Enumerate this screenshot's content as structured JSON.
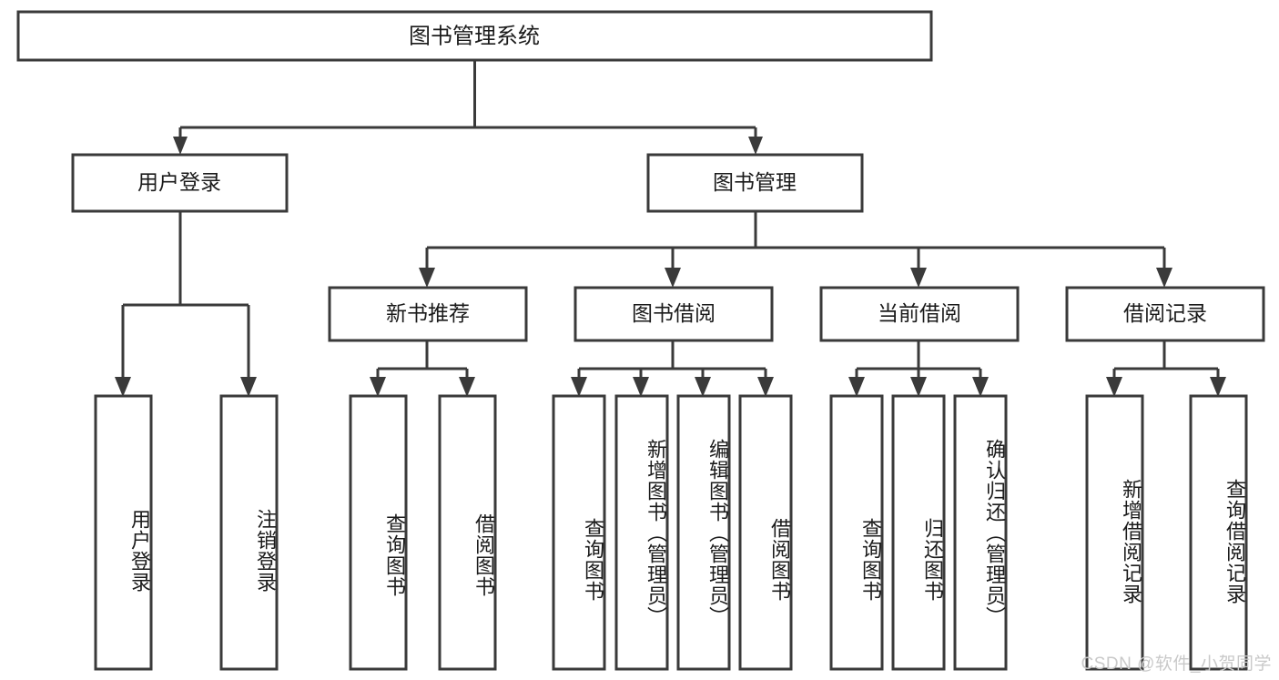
{
  "diagram": {
    "type": "tree",
    "title": "图书管理系统",
    "orientation": "top-down",
    "style": {
      "box_fill": "#ffffff",
      "box_stroke": "#3a3a3a",
      "text_color": "#1b1b1b",
      "connector_color": "#3a3a3a",
      "background": "#ffffff",
      "watermark_color": "#c9c9c9"
    },
    "root": {
      "label": "图书管理系统"
    },
    "level2": [
      {
        "label": "用户登录"
      },
      {
        "label": "图书管理"
      }
    ],
    "level3": [
      {
        "label": "新书推荐"
      },
      {
        "label": "图书借阅"
      },
      {
        "label": "当前借阅"
      },
      {
        "label": "借阅记录"
      }
    ],
    "leaves": {
      "user_login": [
        {
          "label": "用户登录"
        },
        {
          "label": "注销登录"
        }
      ],
      "new_book_recommend": [
        {
          "label": "查询图书"
        },
        {
          "label": "借阅图书"
        }
      ],
      "book_borrow": [
        {
          "label": "查询图书"
        },
        {
          "label": "新增图书（管理员）"
        },
        {
          "label": "编辑图书（管理员）"
        },
        {
          "label": "借阅图书"
        }
      ],
      "current_borrow": [
        {
          "label": "查询图书"
        },
        {
          "label": "归还图书"
        },
        {
          "label": "确认归还（管理员）"
        }
      ],
      "borrow_records": [
        {
          "label": "新增借阅记录"
        },
        {
          "label": "查询借阅记录"
        }
      ]
    },
    "edges": [
      {
        "from": "图书管理系统",
        "to": "用户登录"
      },
      {
        "from": "图书管理系统",
        "to": "图书管理"
      },
      {
        "from": "用户登录",
        "to": "用户登录"
      },
      {
        "from": "用户登录",
        "to": "注销登录"
      },
      {
        "from": "图书管理",
        "to": "新书推荐"
      },
      {
        "from": "图书管理",
        "to": "图书借阅"
      },
      {
        "from": "图书管理",
        "to": "当前借阅"
      },
      {
        "from": "图书管理",
        "to": "借阅记录"
      },
      {
        "from": "新书推荐",
        "to": "查询图书"
      },
      {
        "from": "新书推荐",
        "to": "借阅图书"
      },
      {
        "from": "图书借阅",
        "to": "查询图书"
      },
      {
        "from": "图书借阅",
        "to": "新增图书（管理员）"
      },
      {
        "from": "图书借阅",
        "to": "编辑图书（管理员）"
      },
      {
        "from": "图书借阅",
        "to": "借阅图书"
      },
      {
        "from": "当前借阅",
        "to": "查询图书"
      },
      {
        "from": "当前借阅",
        "to": "归还图书"
      },
      {
        "from": "当前借阅",
        "to": "确认归还（管理员）"
      },
      {
        "from": "借阅记录",
        "to": "新增借阅记录"
      },
      {
        "from": "借阅记录",
        "to": "查询借阅记录"
      }
    ]
  },
  "watermark": {
    "text": "CSDN @软件_小贺同学"
  }
}
